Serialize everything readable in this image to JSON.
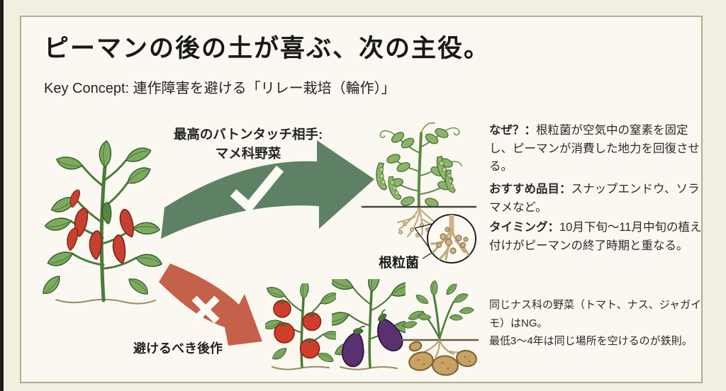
{
  "header": {
    "title": "ピーマンの後の土が喜ぶ、次の主役。",
    "subtitle": "Key Concept: 連作障害を避ける「リレー栽培（輪作）」"
  },
  "good_path": {
    "label_line1": "最高のバトンタッチ相手:",
    "label_line2": "マメ科野菜",
    "check_symbol": "✓",
    "root_caption": "根粒菌"
  },
  "bad_path": {
    "label": "避けるべき後作",
    "cross_symbol": "×"
  },
  "notes": {
    "why_label": "なぜ？：",
    "why_text": "根粒菌が空気中の窒素を固定し、ピーマンが消費した地力を回復させる。",
    "recommended_label": "おすすめ品目：",
    "recommended_text": "スナップエンドウ、ソラマメなど。",
    "timing_label": "タイミング：",
    "timing_text": "10月下旬〜11月中旬の植え付けがピーマンの終了時期と重なる。",
    "avoid_line1": "同じナス科の野菜（トマト、ナス、ジャガイモ）はNG。",
    "avoid_line2": "最低3〜4年は同じ場所を空けるのが鉄則。"
  },
  "illustrations": {
    "left": "pepper-plant",
    "good_target": "pea-plant-with-root-nodules",
    "bad_targets": [
      "tomato-plant",
      "eggplant-plant",
      "potato-plant"
    ]
  },
  "colors": {
    "background": "#f1eee2",
    "panel": "#faf8f0",
    "panel_border": "#b5ab92",
    "good_arrow": "#5e8165",
    "bad_arrow": "#c5604b",
    "text": "#262626"
  }
}
